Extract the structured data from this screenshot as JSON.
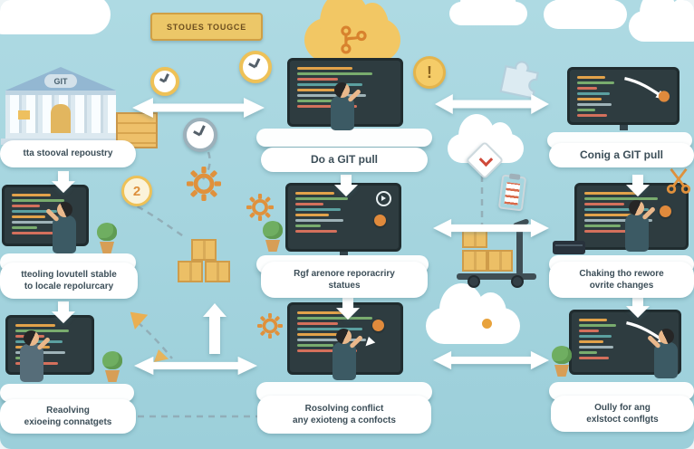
{
  "colors": {
    "background": "#a8d5df",
    "cloud": "#ffffff",
    "banner_bg": "#ecc768",
    "accent_yellow": "#f0c35e",
    "accent_orange": "#e0913c",
    "monitor": "#2e3c40",
    "label_bg": "#ffffff",
    "label_text": "#3c4e58",
    "arrow": "#ffffff",
    "box": "#ecbf66",
    "building_roof": "#93b7d2"
  },
  "banner": {
    "text": "STOUES TOUGCE"
  },
  "building": {
    "sign": "GIT"
  },
  "badges": {
    "alert": "!",
    "step": "2"
  },
  "steps": {
    "r1c1": {
      "label": "tta stooval repoustry"
    },
    "r1c2": {
      "label": "Do a GIT pull"
    },
    "r1c3": {
      "label": "Conig a GIT pull"
    },
    "r2c1": {
      "line1": "tteoling lovutell stable",
      "line2": "to locale repolurcary"
    },
    "r2c2": {
      "line1": "Rgf arenore reporacriry",
      "line2": "statues"
    },
    "r2c3": {
      "line1": "Chaking tho rewore",
      "line2": "ovrite changes"
    },
    "r3c1": {
      "line1": "Reaolving",
      "line2": "exioeing connatgets"
    },
    "r3c2": {
      "line1": "Rosolving conflict",
      "line2": "any exioteng a confocts"
    },
    "r3c3": {
      "line1": "Oully for ang",
      "line2": "exlstoct conflgts"
    }
  },
  "icons": {
    "git-branch-icon": "orange git-branch glyph inside yellow cloud",
    "clock-icon": "analog clock with yellow ring",
    "alarm-clock-icon": "analog clock with grey ring",
    "alert-icon": "exclamation mark on yellow coin",
    "gear-icon": "orange gear outline",
    "puzzle-icon": "light blue puzzle piece",
    "diamond-sign-icon": "white diamond with red chevron",
    "clipboard-icon": "white clipboard with red lines",
    "scissors-icon": "orange scissors",
    "hand-truck-icon": "grey cart carrying yellow boxes",
    "paper-plane-icon": "orange folded paper plane",
    "plant-icon": "potted plant",
    "cloud-icon": "white cloud"
  }
}
